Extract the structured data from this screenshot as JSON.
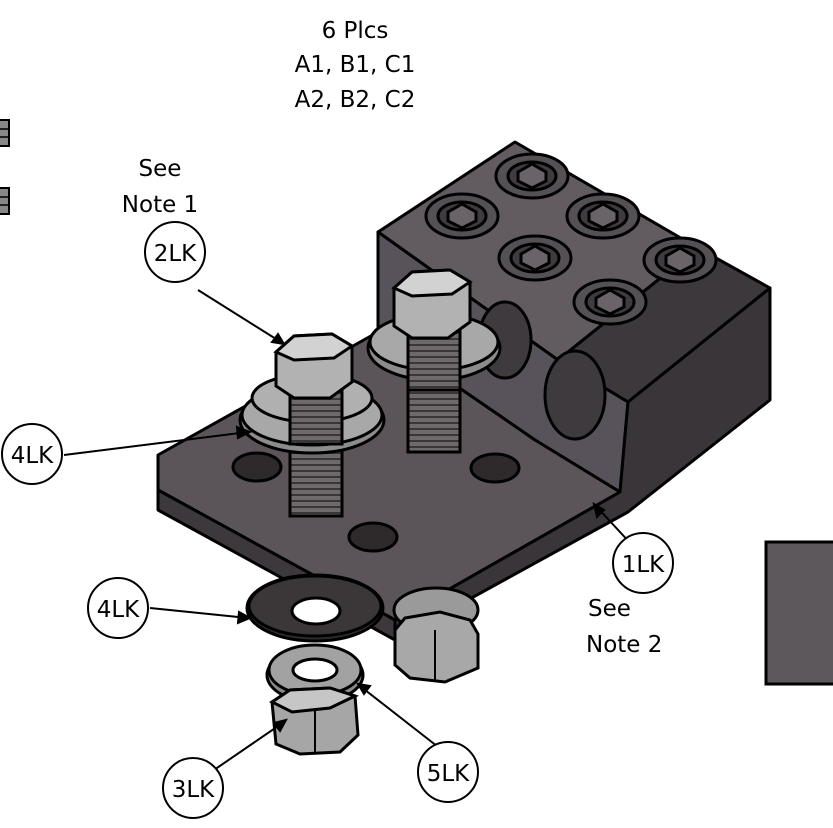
{
  "header_note": {
    "line1": "6 Plcs",
    "line2": "A1, B1, C1",
    "line3": "A2, B2, C2"
  },
  "note_1": {
    "line1": "See",
    "line2": "Note 1"
  },
  "note_2": {
    "line1": "See",
    "line2": "Note 2"
  },
  "balloons": {
    "b2lk": "2LK",
    "b4lk_top": "4LK",
    "b1lk": "1LK",
    "b4lk_bottom": "4LK",
    "b3lk": "3LK",
    "b5lk": "5LK"
  },
  "colors": {
    "body": "#5c565a",
    "body_dark": "#3a3538",
    "hardware": "#b9b9b9",
    "outline": "#000000"
  }
}
